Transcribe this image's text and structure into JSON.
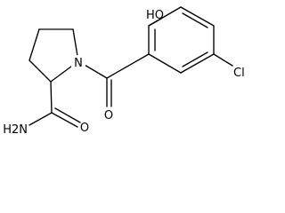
{
  "molecule": {
    "atom_labels": {
      "hydroxyl": "HO",
      "nitrogen": "N",
      "chlorine": "Cl",
      "carbonyl_oxygen": "O",
      "amide_oxygen": "O",
      "amide_nitrogen": "H2N"
    }
  }
}
